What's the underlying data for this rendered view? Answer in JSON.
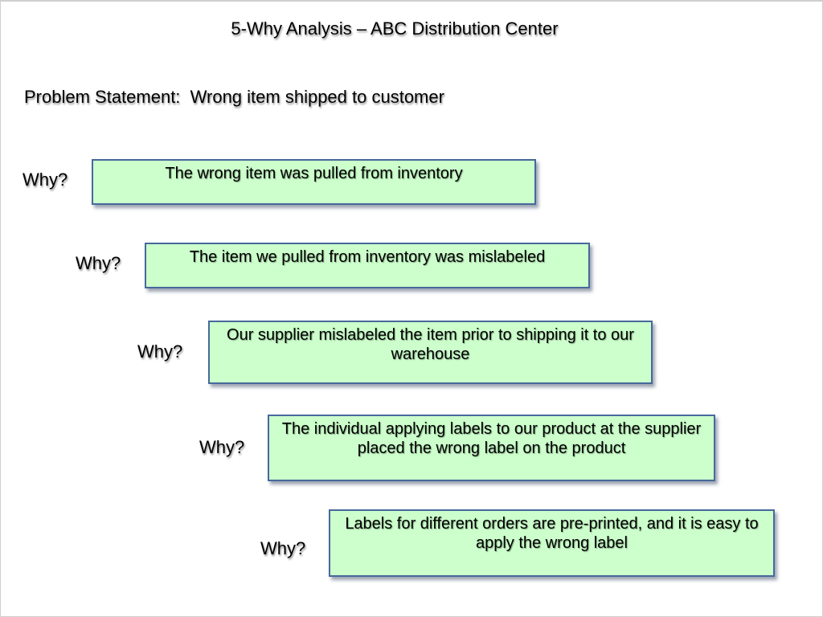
{
  "slide": {
    "title": "5-Why Analysis – ABC Distribution Center",
    "problem_statement": "Problem Statement:  Wrong item shipped to customer"
  },
  "colors": {
    "box_fill": "#ccffcc",
    "box_border": "#46699b",
    "text": "#000000",
    "background": "#ffffff"
  },
  "rows": [
    {
      "label": "Why?",
      "answer": "The wrong item was pulled from inventory"
    },
    {
      "label": "Why?",
      "answer": "The item we pulled from inventory was mislabeled"
    },
    {
      "label": "Why?",
      "answer": "Our supplier mislabeled the item prior to shipping it to our warehouse"
    },
    {
      "label": "Why?",
      "answer": "The individual applying labels to our product at the supplier placed the wrong label on the product"
    },
    {
      "label": "Why?",
      "answer": "Labels for different orders are pre-printed, and it is easy to apply the wrong label"
    }
  ]
}
